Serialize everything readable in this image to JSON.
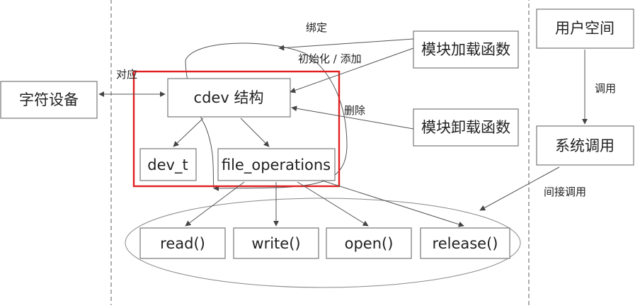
{
  "nodes": {
    "char_device": "字符设备",
    "cdev": "cdev 结构",
    "dev_t": "dev_t",
    "file_operations": "file_operations",
    "read": "read()",
    "write": "write()",
    "open": "open()",
    "release": "release()",
    "module_load": "模块加载函数",
    "module_unload": "模块卸载函数",
    "user_space": "用户空间",
    "syscall": "系统调用"
  },
  "labels": {
    "correspond": "对应",
    "bind": "绑定",
    "init_add": "初始化 / 添加",
    "delete": "删除",
    "call": "调用",
    "indirect_call": "间接调用"
  },
  "colors": {
    "highlight": "#e02020",
    "box_border": "#777777",
    "line": "#555555"
  }
}
